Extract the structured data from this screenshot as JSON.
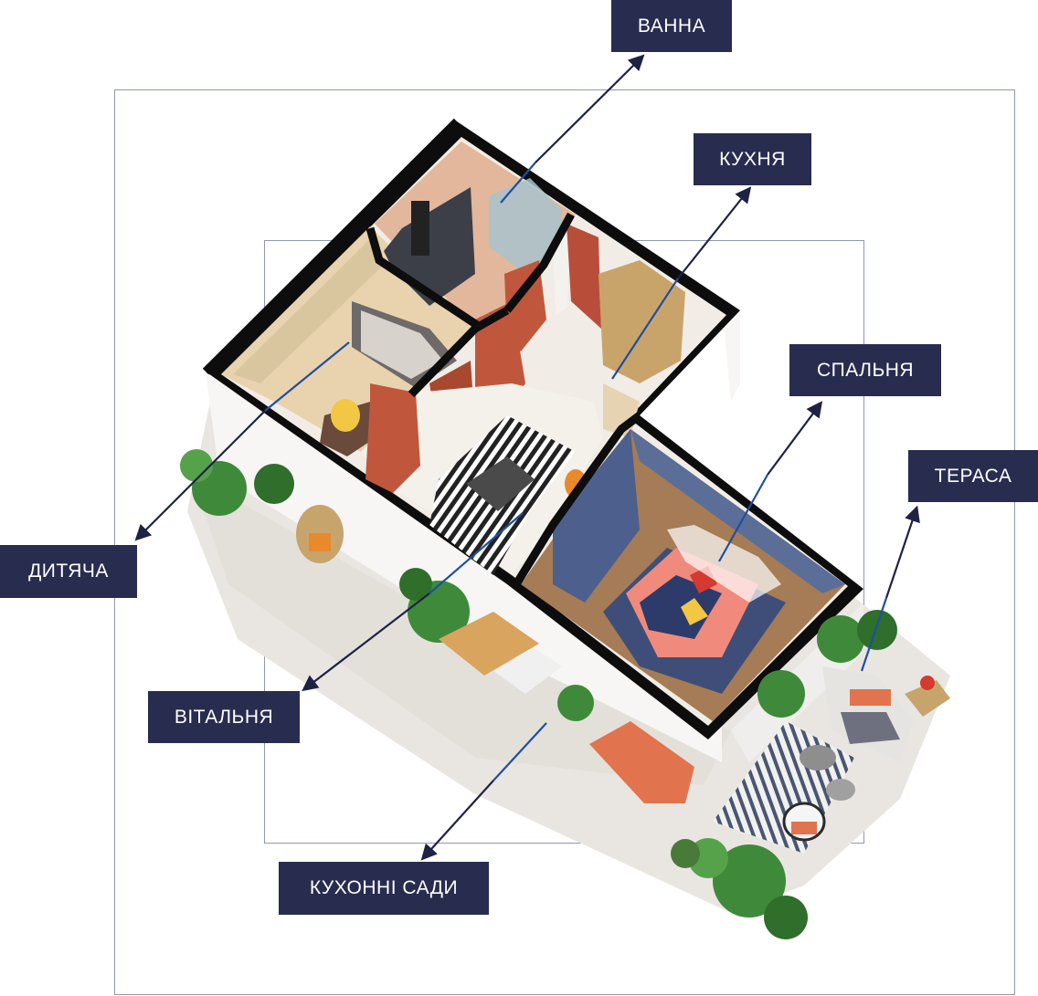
{
  "colors": {
    "label_bg": "#282c4f",
    "frame": "#8f98b4",
    "wall": "#0d0d0d",
    "pointer": "#1f4fa0",
    "floor_light": "#f1ece5",
    "terrace_floor": "#ece9e4",
    "bedroom_wall": "#5a6e98",
    "accent_terracotta": "#c0573c",
    "bed_pink": "#f08a7c",
    "bed_navy": "#2d3b6b",
    "plant_green": "#3f8a3a"
  },
  "labels": {
    "bathroom": "ВАННА",
    "kitchen": "КУХНЯ",
    "bedroom": "СПАЛЬНЯ",
    "terrace": "ТЕРАСА",
    "kids_room": "ДИТЯЧА",
    "living_room": "ВІТАЛЬНЯ",
    "kitchen_gardens": "КУХОННІ САДИ"
  },
  "icons": [
    "arrow-icon",
    "plant-icon",
    "bed-icon",
    "sofa-icon",
    "chair-icon",
    "rug-icon"
  ]
}
